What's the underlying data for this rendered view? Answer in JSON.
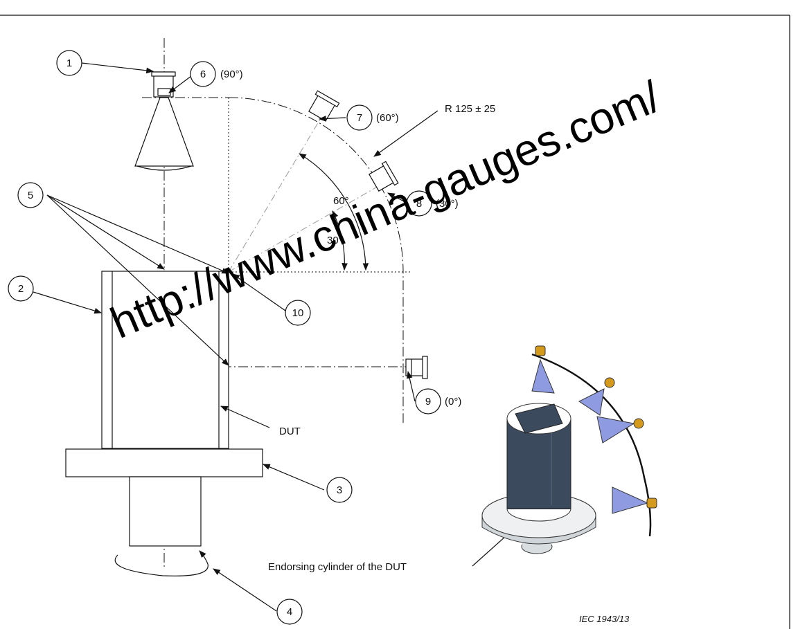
{
  "callouts": {
    "c1": "1",
    "c2": "2",
    "c3": "3",
    "c4": "4",
    "c5": "5",
    "c6": "6",
    "c7": "7",
    "c8": "8",
    "c9": "9",
    "c10": "10"
  },
  "angles": {
    "a90": "(90°)",
    "a60": "(60°)",
    "a30": "(30°)",
    "a0": "(0°)",
    "arc60": "60°",
    "arc30": "30°"
  },
  "labels": {
    "radius": "R 125 ± 25",
    "dut": "DUT",
    "endorsing": "Endorsing cylinder of the DUT",
    "figure_ref": "IEC  1943/13"
  },
  "watermark": "http://www.china-gauges.com/",
  "colors": {
    "antenna_blue": "#8e9be0",
    "antenna_gold": "#d39a1e",
    "cylinder_dark": "#3c4a5e"
  }
}
